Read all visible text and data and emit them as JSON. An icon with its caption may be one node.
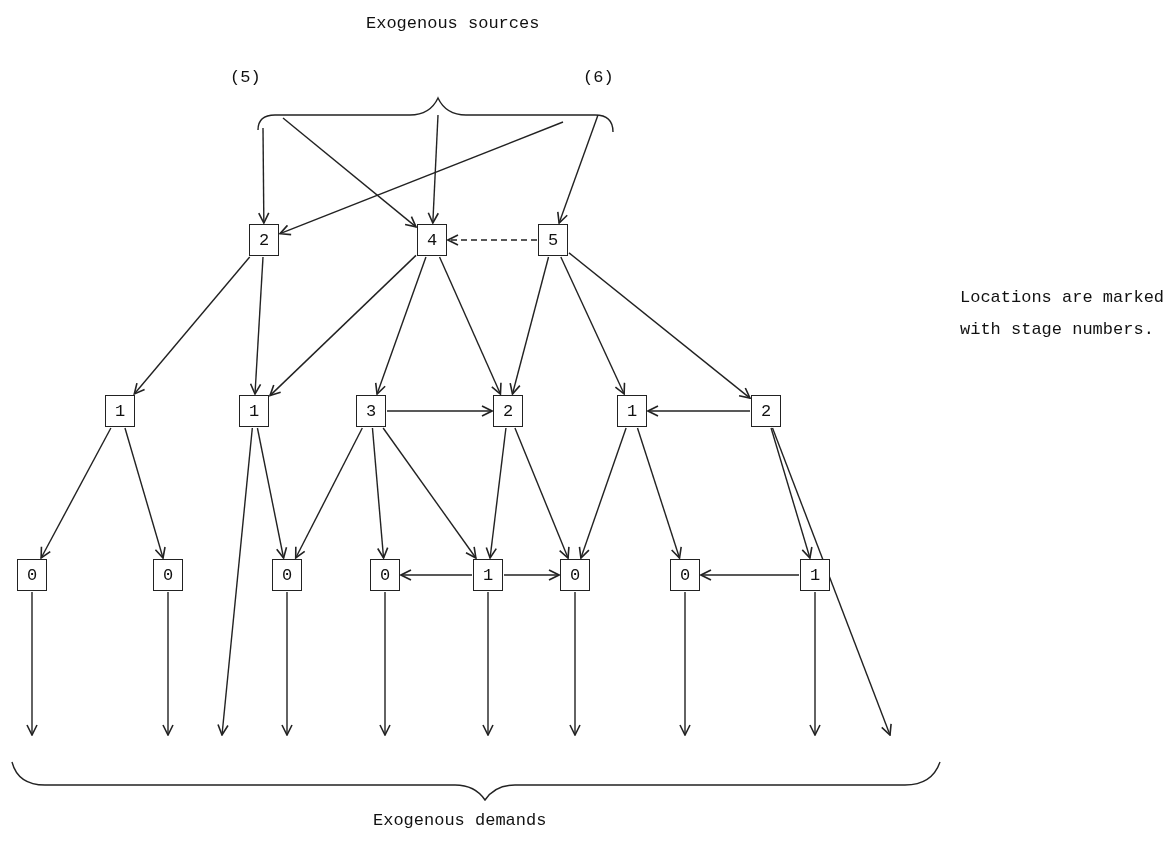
{
  "diagram": {
    "nodes": [
      {
        "text": [
          "2"
        ]
      },
      {
        "text": [
          "4"
        ]
      },
      {
        "text": [
          "5"
        ]
      },
      {
        "text": [
          "1"
        ]
      },
      {
        "text": [
          "1"
        ]
      },
      {
        "text": [
          "3"
        ]
      },
      {
        "text": [
          "2"
        ]
      },
      {
        "text": [
          "1"
        ]
      },
      {
        "text": [
          "2"
        ]
      },
      {
        "text": [
          "0"
        ]
      },
      {
        "text": [
          "0"
        ]
      },
      {
        "text": [
          "0"
        ]
      },
      {
        "text": [
          "0"
        ]
      },
      {
        "text": [
          "1"
        ]
      },
      {
        "text": [
          "0"
        ]
      },
      {
        "text": [
          "0"
        ]
      },
      {
        "text": [
          "1"
        ]
      }
    ],
    "edges": [
      {
        "from": null,
        "to": 0,
        "arrow": "to"
      },
      {
        "from": null,
        "to": 1,
        "arrow": "to"
      },
      {
        "from": null,
        "to": 1,
        "arrow": "to"
      },
      {
        "from": null,
        "to": 0,
        "arrow": "to"
      },
      {
        "from": null,
        "to": 2,
        "arrow": "to"
      },
      {
        "from": 2,
        "to": 1,
        "arrow": "to",
        "style": "dashed"
      },
      {
        "from": 0,
        "to": 3,
        "arrow": "to"
      },
      {
        "from": 0,
        "to": 4,
        "arrow": "to"
      },
      {
        "from": 1,
        "to": 4,
        "arrow": "to"
      },
      {
        "from": 1,
        "to": 5,
        "arrow": "to"
      },
      {
        "from": 1,
        "to": 6,
        "arrow": "to"
      },
      {
        "from": 2,
        "to": 6,
        "arrow": "to"
      },
      {
        "from": 2,
        "to": 7,
        "arrow": "to"
      },
      {
        "from": 2,
        "to": 8,
        "arrow": "to"
      },
      {
        "from": 5,
        "to": 6,
        "arrow": "to"
      },
      {
        "from": 8,
        "to": 7,
        "arrow": "to"
      },
      {
        "from": 3,
        "to": 9,
        "arrow": "to"
      },
      {
        "from": 3,
        "to": 10,
        "arrow": "to"
      },
      {
        "from": 4,
        "to": null,
        "arrow": "to"
      },
      {
        "from": 4,
        "to": 11,
        "arrow": "to"
      },
      {
        "from": 5,
        "to": 11,
        "arrow": "to"
      },
      {
        "from": 5,
        "to": 12,
        "arrow": "to"
      },
      {
        "from": 5,
        "to": 13,
        "arrow": "to"
      },
      {
        "from": 6,
        "to": 13,
        "arrow": "to"
      },
      {
        "from": 6,
        "to": 14,
        "arrow": "to"
      },
      {
        "from": 7,
        "to": 14,
        "arrow": "to"
      },
      {
        "from": 7,
        "to": 15,
        "arrow": "to"
      },
      {
        "from": 8,
        "to": 16,
        "arrow": "to"
      },
      {
        "from": 8,
        "to": null,
        "arrow": "to"
      },
      {
        "from": 13,
        "to": 12,
        "arrow": "to"
      },
      {
        "from": 13,
        "to": 14,
        "arrow": "to"
      },
      {
        "from": 16,
        "to": 15,
        "arrow": "to"
      },
      {
        "from": 9,
        "to": null,
        "arrow": "to"
      },
      {
        "from": 10,
        "to": null,
        "arrow": "to"
      },
      {
        "from": 11,
        "to": null,
        "arrow": "to"
      },
      {
        "from": 12,
        "to": null,
        "arrow": "to"
      },
      {
        "from": 13,
        "to": null,
        "arrow": "to"
      },
      {
        "from": 14,
        "to": null,
        "arrow": "to"
      },
      {
        "from": 15,
        "to": null,
        "arrow": "to"
      },
      {
        "from": 16,
        "to": null,
        "arrow": "to"
      }
    ],
    "labels": [
      "Exogenous sources",
      "(5)",
      "(6)",
      "Locations are marked with stage numbers.",
      "Exogenous demands"
    ]
  }
}
